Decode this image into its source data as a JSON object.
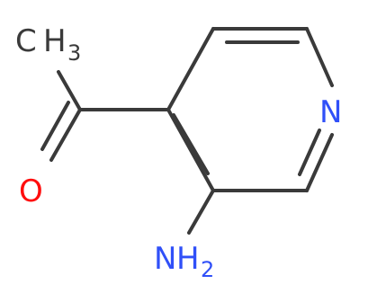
{
  "molecule": {
    "atoms": {
      "methyl": {
        "element": "C",
        "hydrogens": "H",
        "count": "3"
      },
      "carbonyl_oxygen": {
        "element": "O"
      },
      "ring_nitrogen": {
        "element": "N"
      },
      "amino": {
        "element": "N",
        "hydrogens": "H",
        "count": "2"
      }
    },
    "colors": {
      "bond": "#3a3a3a",
      "carbon": "#3a3a3a",
      "oxygen": "#ff0d0d",
      "nitrogen": "#3050f8"
    }
  }
}
